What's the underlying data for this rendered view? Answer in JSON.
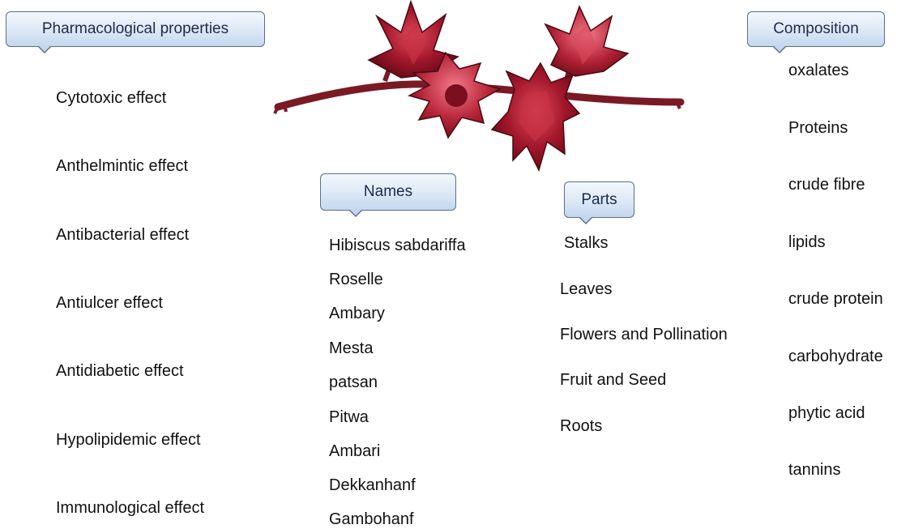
{
  "headers": {
    "pharmacological": "Pharmacological properties",
    "composition": "Composition",
    "names": "Names",
    "parts": "Parts"
  },
  "pharmacological_properties": [
    "Cytotoxic effect",
    "Anthelmintic effect",
    "Antibacterial effect",
    "Antiulcer effect",
    "Antidiabetic effect",
    "Hypolipidemic effect",
    "Immunological effect"
  ],
  "names": [
    "Hibiscus sabdariffa",
    "Roselle",
    "Ambary",
    "Mesta",
    "patsan",
    "Pitwa",
    "Ambari",
    "Dekkanhanf",
    "Gambohanf"
  ],
  "parts": [
    "Stalks",
    "Leaves",
    "Flowers and Pollination",
    "Fruit and Seed",
    "Roots"
  ],
  "composition": [
    "oxalates",
    "Proteins",
    "crude fibre",
    "lipids",
    "crude protein",
    "carbohydrate",
    "phytic acid",
    "tannins"
  ],
  "colors": {
    "callout_fill": "#dce8f6",
    "callout_border": "#5b6f8a",
    "calyx_red": "#a3172b",
    "stem": "#7a1a24"
  },
  "image": {
    "icon": "roselle-calyces-icon"
  }
}
